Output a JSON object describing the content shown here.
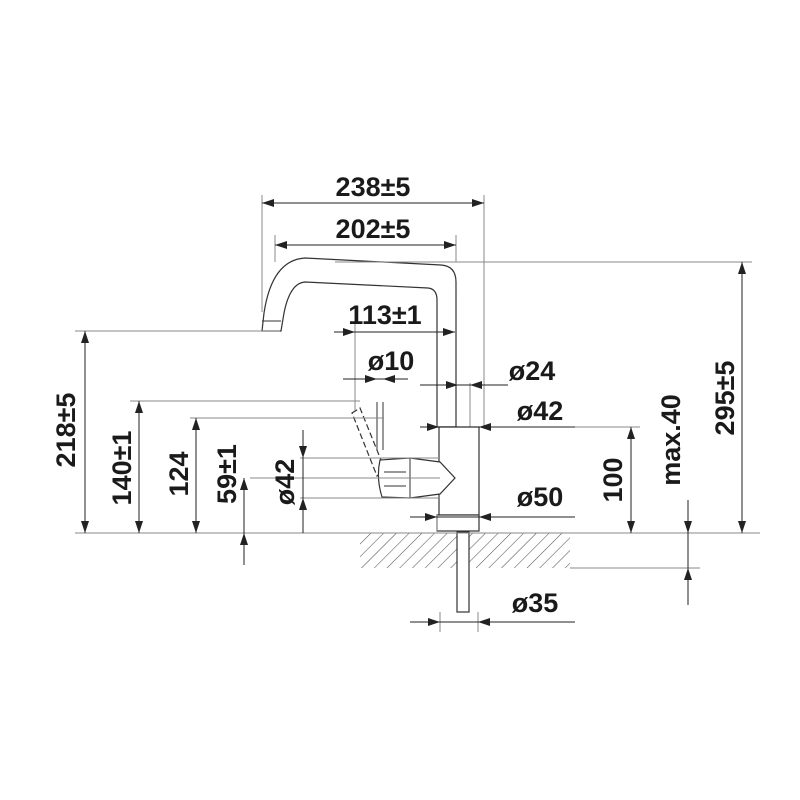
{
  "dimensions": {
    "width_238": "238±5",
    "width_202": "202±5",
    "offset_113": "113±1",
    "dia_10": "ø10",
    "dia_24": "ø24",
    "dia_42_right": "ø42",
    "dia_50": "ø50",
    "dia_35": "ø35",
    "height_218": "218±5",
    "height_140": "140±1",
    "height_124": "124",
    "height_59": "59±1",
    "dia_42_left": "ø42",
    "height_100": "100",
    "max_40": "max.40",
    "height_295": "295±5"
  },
  "colors": {
    "line": "#222222",
    "extension": "#888888",
    "hatch": "#555555"
  }
}
